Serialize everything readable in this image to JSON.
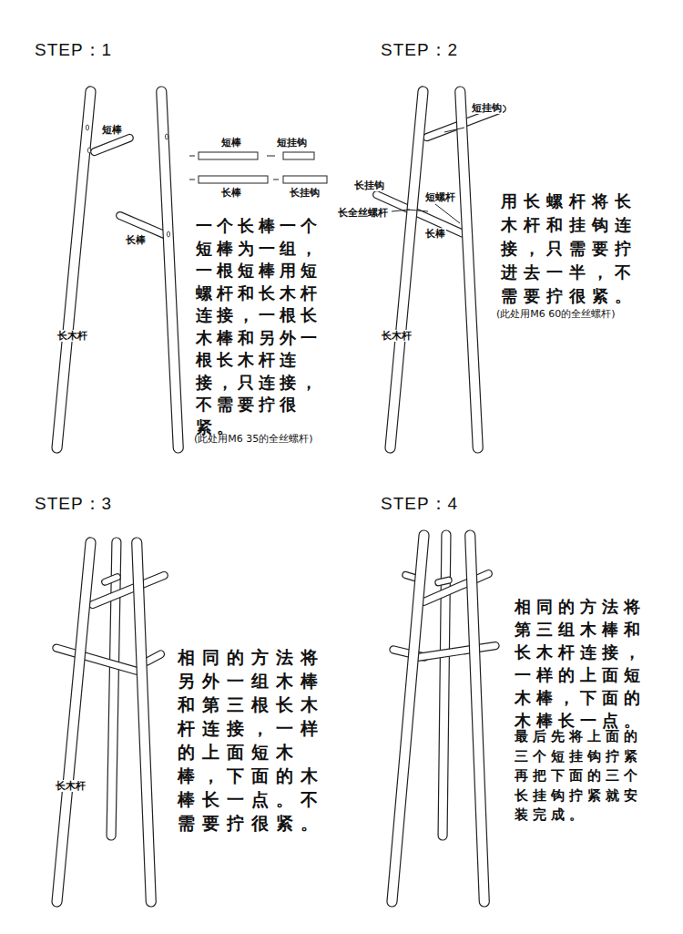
{
  "diagram": {
    "labels": [
      "STEP：1",
      "短棒",
      "短棒",
      "短挂钩",
      "长棒",
      "长挂钩",
      "长棒",
      "长木杆",
      "一个长棒一个短棒为一组，一根短棒用短螺杆和长木杆连接，一根长木棒和另外一根长木杆连接，只连接，不需要拧很紧。",
      "(此处用M6 35的全丝螺杆)",
      "STEP：2",
      "短挂钩",
      "长挂钩",
      "长全丝螺杆",
      "短螺杆",
      "长棒",
      "长木杆",
      "用长螺杆将长木杆和挂钩连接，只需要拧进去一半，不需要拧很紧。",
      "(此处用M6 60的全丝螺杆)",
      "STEP：3",
      "相同的方法将另外一组木棒和第三根长木杆连接，一样的上面短木棒，下面的木棒长一点。不需要拧很紧。",
      "长木杆",
      "STEP：4",
      "相同的方法将第三组木棒和长木杆连接，一样的上面短木棒，下面的木棒长一点。",
      "最后先将上面的三个短挂钩拧紧再把下面的三个长挂钩拧紧就安装完成。"
    ]
  }
}
